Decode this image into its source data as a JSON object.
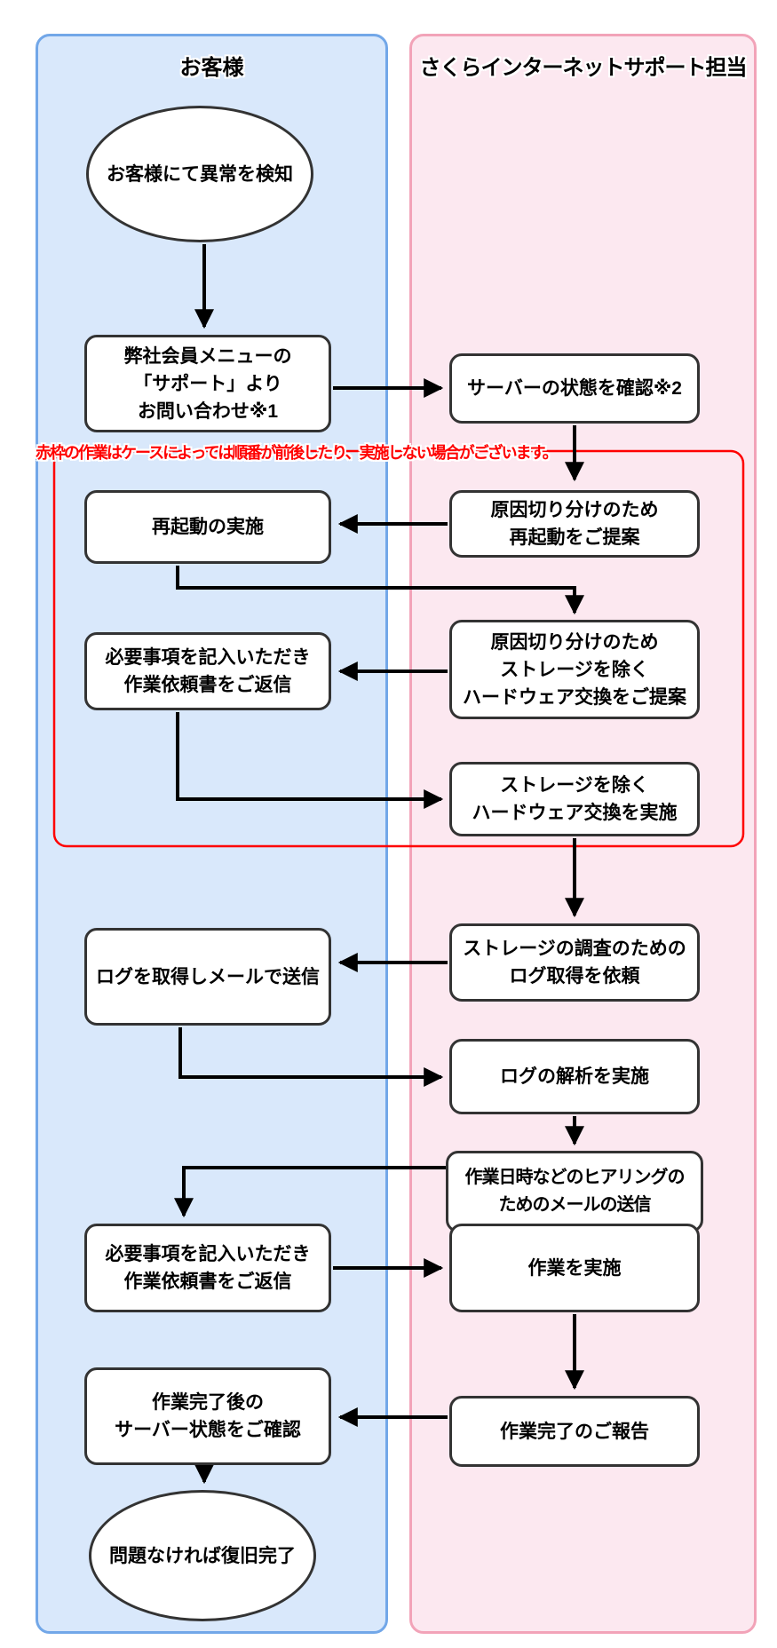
{
  "lanes": {
    "customer": {
      "title": "お客様"
    },
    "support": {
      "title": "さくらインターネットサポート担当"
    }
  },
  "note": {
    "text": "赤枠の作業はケースによっては順番が前後したり、実施しない場合がございます。"
  },
  "nodes": {
    "start": {
      "shape": "ellipse",
      "lane": "customer",
      "lines": [
        "お客様にて異常を検知"
      ]
    },
    "contact": {
      "shape": "rect",
      "lane": "customer",
      "lines": [
        "弊社会員メニューの",
        "「サポート」より",
        "お問い合わせ※1"
      ]
    },
    "check_server": {
      "shape": "rect",
      "lane": "support",
      "lines": [
        "サーバーの状態を確認※2"
      ]
    },
    "reboot_propose": {
      "shape": "rect",
      "lane": "support",
      "lines": [
        "原因切り分けのため",
        "再起動をご提案"
      ]
    },
    "reboot_exec": {
      "shape": "rect",
      "lane": "customer",
      "lines": [
        "再起動の実施"
      ]
    },
    "hw_propose": {
      "shape": "rect",
      "lane": "support",
      "lines": [
        "原因切り分けのため",
        "ストレージを除く",
        "ハードウェア交換をご提案"
      ]
    },
    "form_reply_1": {
      "shape": "rect",
      "lane": "customer",
      "lines": [
        "必要事項を記入いただき",
        "作業依頼書をご返信"
      ]
    },
    "hw_exec": {
      "shape": "rect",
      "lane": "support",
      "lines": [
        "ストレージを除く",
        "ハードウェア交換を実施"
      ]
    },
    "log_request": {
      "shape": "rect",
      "lane": "support",
      "lines": [
        "ストレージの調査のための",
        "ログ取得を依頼"
      ]
    },
    "log_send": {
      "shape": "rect",
      "lane": "customer",
      "lines": [
        "ログを取得しメールで送信"
      ]
    },
    "log_analyze": {
      "shape": "rect",
      "lane": "support",
      "lines": [
        "ログの解析を実施"
      ]
    },
    "hearing_mail": {
      "shape": "rect",
      "lane": "support",
      "lines": [
        "作業日時などのヒアリングの",
        "ためのメールの送信"
      ]
    },
    "form_reply_2": {
      "shape": "rect",
      "lane": "customer",
      "lines": [
        "必要事項を記入いただき",
        "作業依頼書をご返信"
      ]
    },
    "work_exec": {
      "shape": "rect",
      "lane": "support",
      "lines": [
        "作業を実施"
      ]
    },
    "work_report": {
      "shape": "rect",
      "lane": "support",
      "lines": [
        "作業完了のご報告"
      ]
    },
    "confirm_server": {
      "shape": "rect",
      "lane": "customer",
      "lines": [
        "作業完了後の",
        "サーバー状態をご確認"
      ]
    },
    "end": {
      "shape": "ellipse",
      "lane": "customer",
      "lines": [
        "問題なければ復旧完了"
      ]
    }
  },
  "colors": {
    "customer_panel_bg": "#d9e8fb",
    "customer_panel_border": "#72a7e8",
    "support_panel_bg": "#fce8f0",
    "support_panel_border": "#f2a3b8",
    "node_bg": "#ffffff",
    "node_border": "#333333",
    "arrow": "#000000",
    "warning_red": "#ff0000"
  }
}
